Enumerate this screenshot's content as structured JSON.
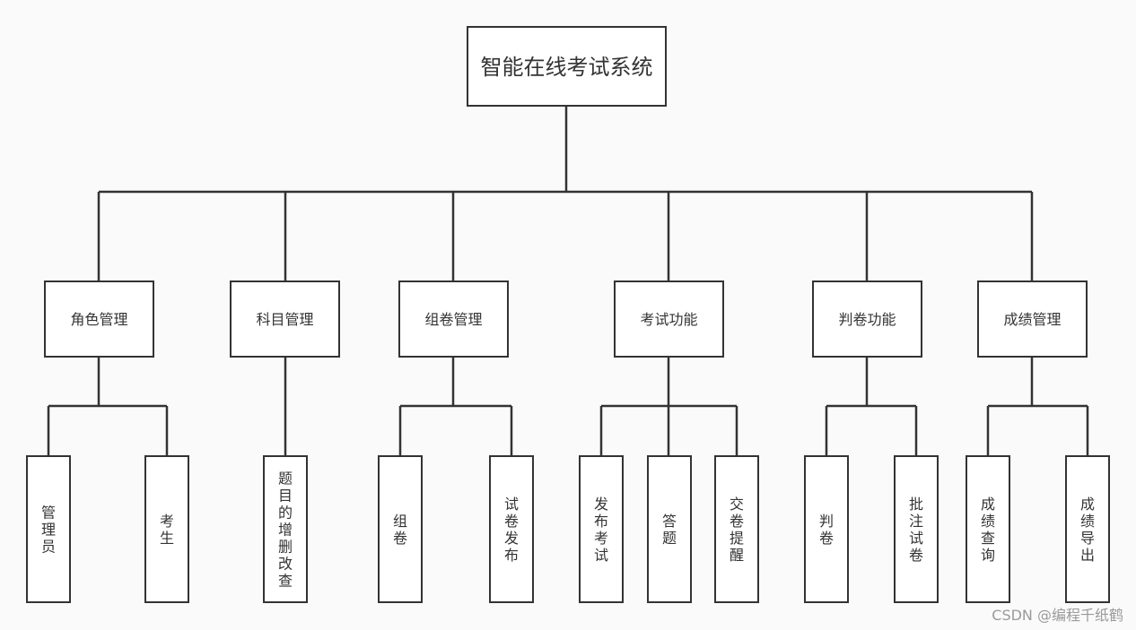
{
  "root": {
    "label": "智能在线考试系统"
  },
  "modules": [
    {
      "label": "角色管理",
      "children": [
        "管理员",
        "考生"
      ]
    },
    {
      "label": "科目管理",
      "children": [
        "题目的增删改查"
      ]
    },
    {
      "label": "组卷管理",
      "children": [
        "组卷",
        "试卷发布"
      ]
    },
    {
      "label": "考试功能",
      "children": [
        "发布考试",
        "答题",
        "交卷提醒"
      ]
    },
    {
      "label": "判卷功能",
      "children": [
        "判卷",
        "批注试卷"
      ]
    },
    {
      "label": "成绩管理",
      "children": [
        "成绩查询",
        "成绩导出"
      ]
    }
  ],
  "watermark": "CSDN @编程千纸鹤"
}
